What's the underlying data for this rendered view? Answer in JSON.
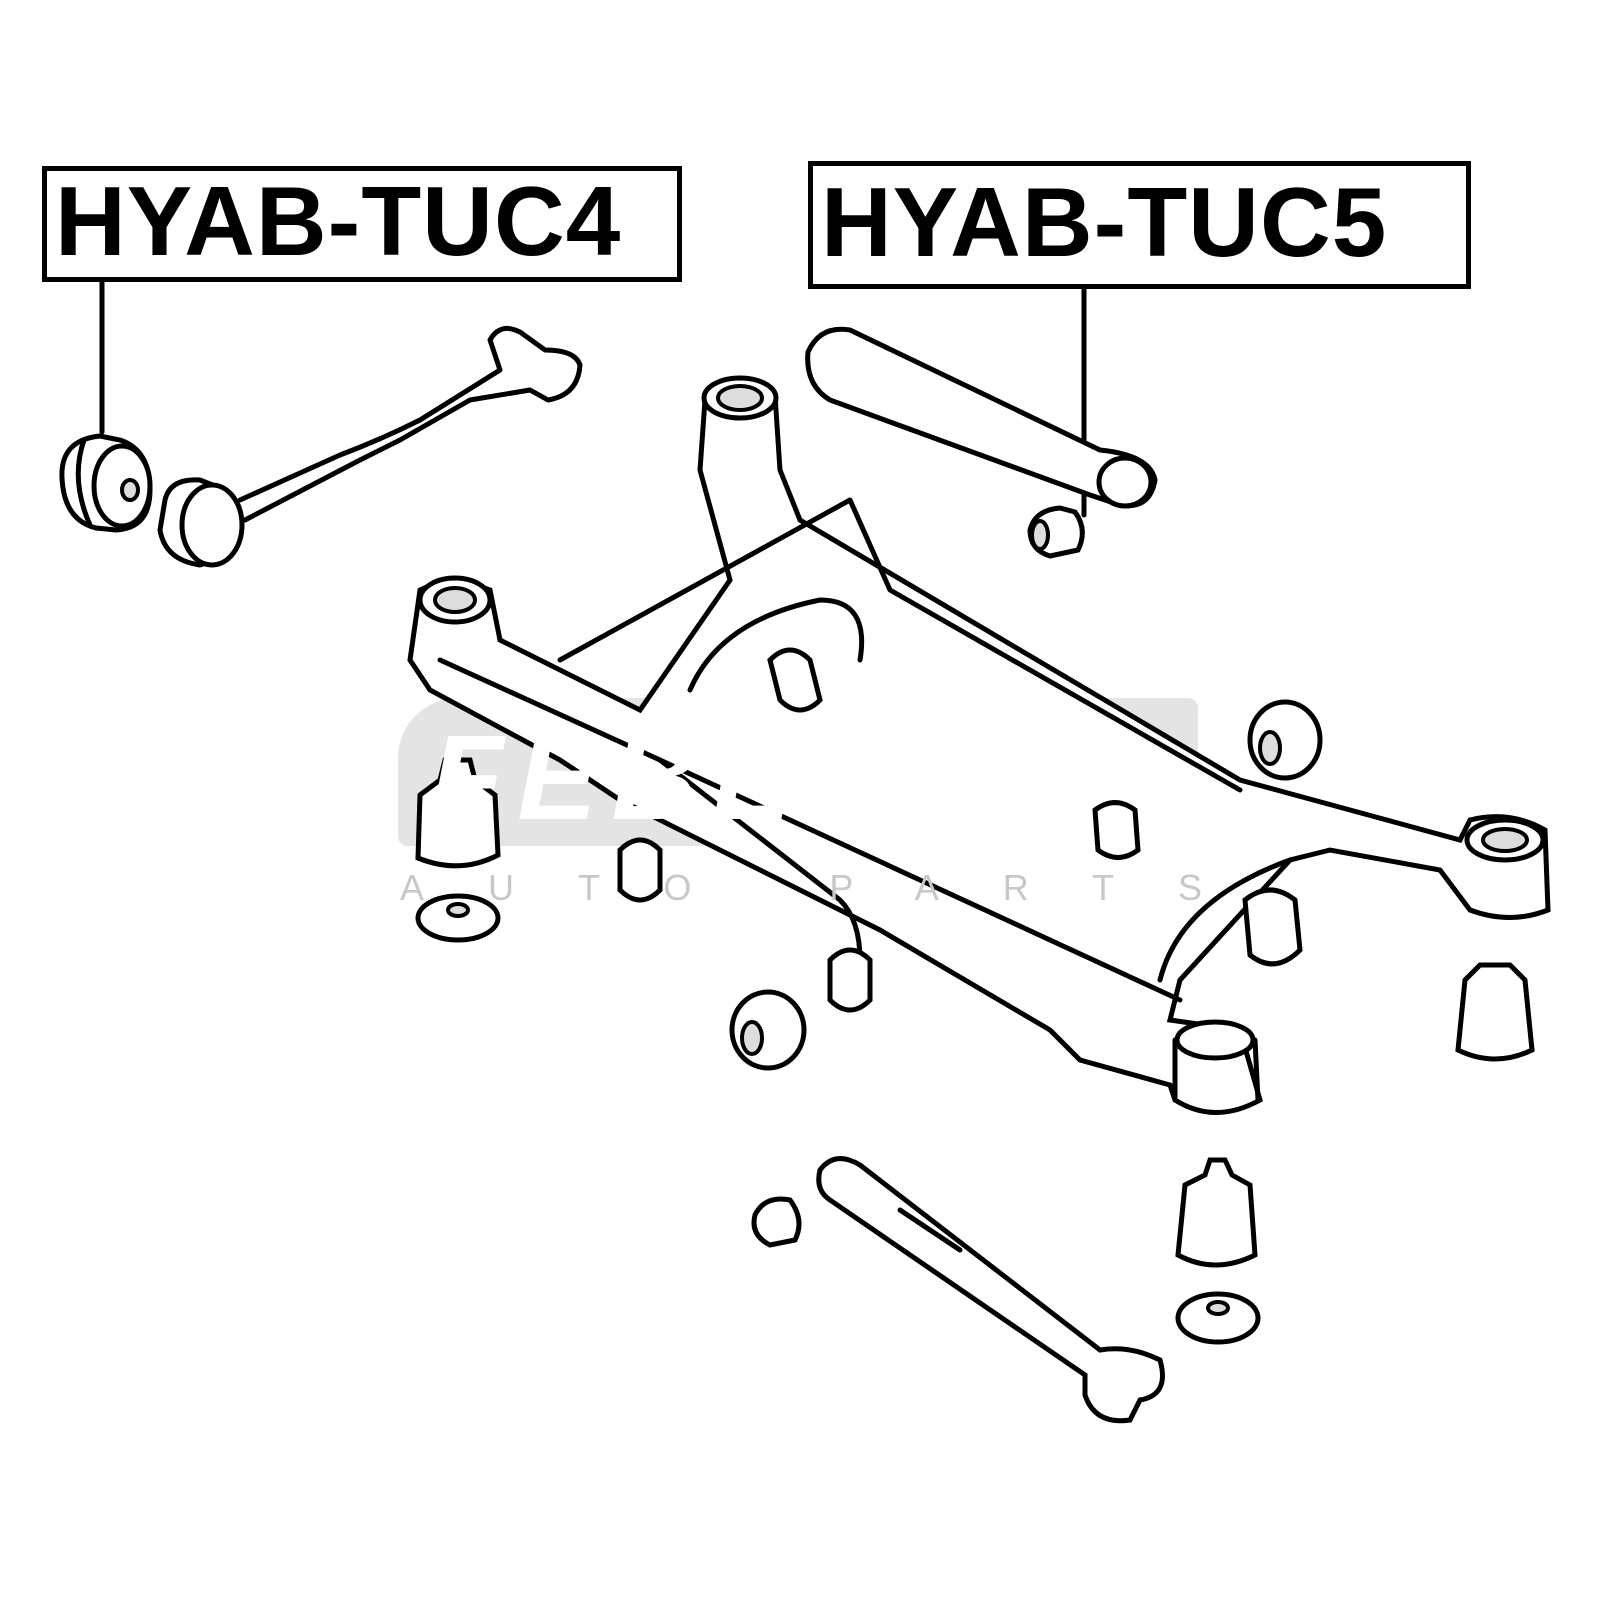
{
  "labels": {
    "part_a": "HYAB-TUC4",
    "part_b": "HYAB-TUC5"
  },
  "watermark": {
    "brand": "FEBEST",
    "tagline": "AUTO PARTS"
  }
}
